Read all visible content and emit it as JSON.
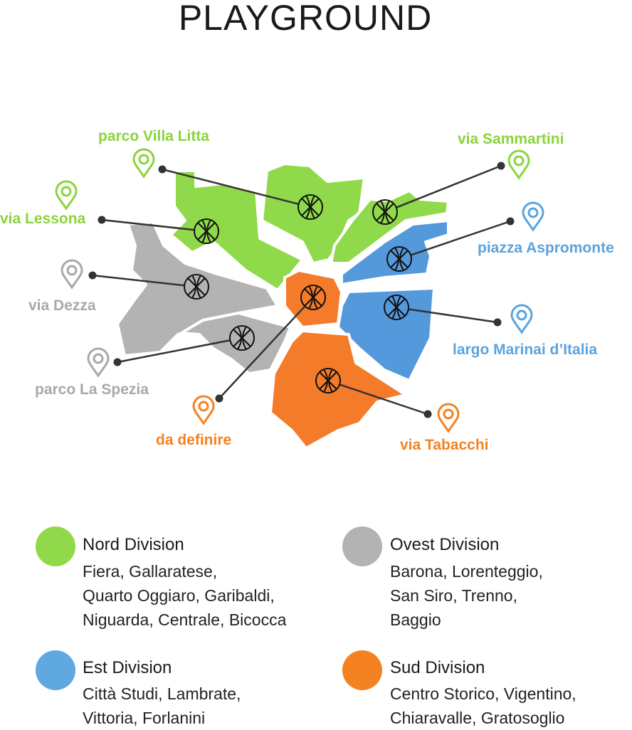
{
  "title": "PLAYGROUND",
  "colors": {
    "nord": "#8fd94a",
    "est": "#5599dd",
    "ovest": "#b3b3b3",
    "sud": "#f47b2a",
    "line": "#333333"
  },
  "locations": [
    {
      "name": "parco Villa Litta",
      "division": "nord"
    },
    {
      "name": "via Lessona",
      "division": "nord"
    },
    {
      "name": "via Sammartini",
      "division": "nord"
    },
    {
      "name": "piazza Aspromonte",
      "division": "est"
    },
    {
      "name": "via Dezza",
      "division": "ovest"
    },
    {
      "name": "largo Marinai d’Italia",
      "division": "est"
    },
    {
      "name": "parco La Spezia",
      "division": "ovest"
    },
    {
      "name": "da definire",
      "division": "sud"
    },
    {
      "name": "via Tabacchi",
      "division": "sud"
    }
  ],
  "legend": [
    {
      "title": "Nord Division",
      "lines": [
        "Fiera, Gallaratese,",
        "Quarto Oggiaro, Garibaldi,",
        "Niguarda, Centrale, Bicocca"
      ]
    },
    {
      "title": "Ovest Division",
      "lines": [
        "Barona, Lorenteggio,",
        "San Siro, Trenno,",
        "Baggio"
      ]
    },
    {
      "title": "Est Division",
      "lines": [
        "Città Studi, Lambrate,",
        "Vittoria, Forlanini"
      ]
    },
    {
      "title": "Sud Division",
      "lines": [
        "Centro Storico, Vigentino,",
        "Chiaravalle, Gratosoglio"
      ]
    }
  ]
}
